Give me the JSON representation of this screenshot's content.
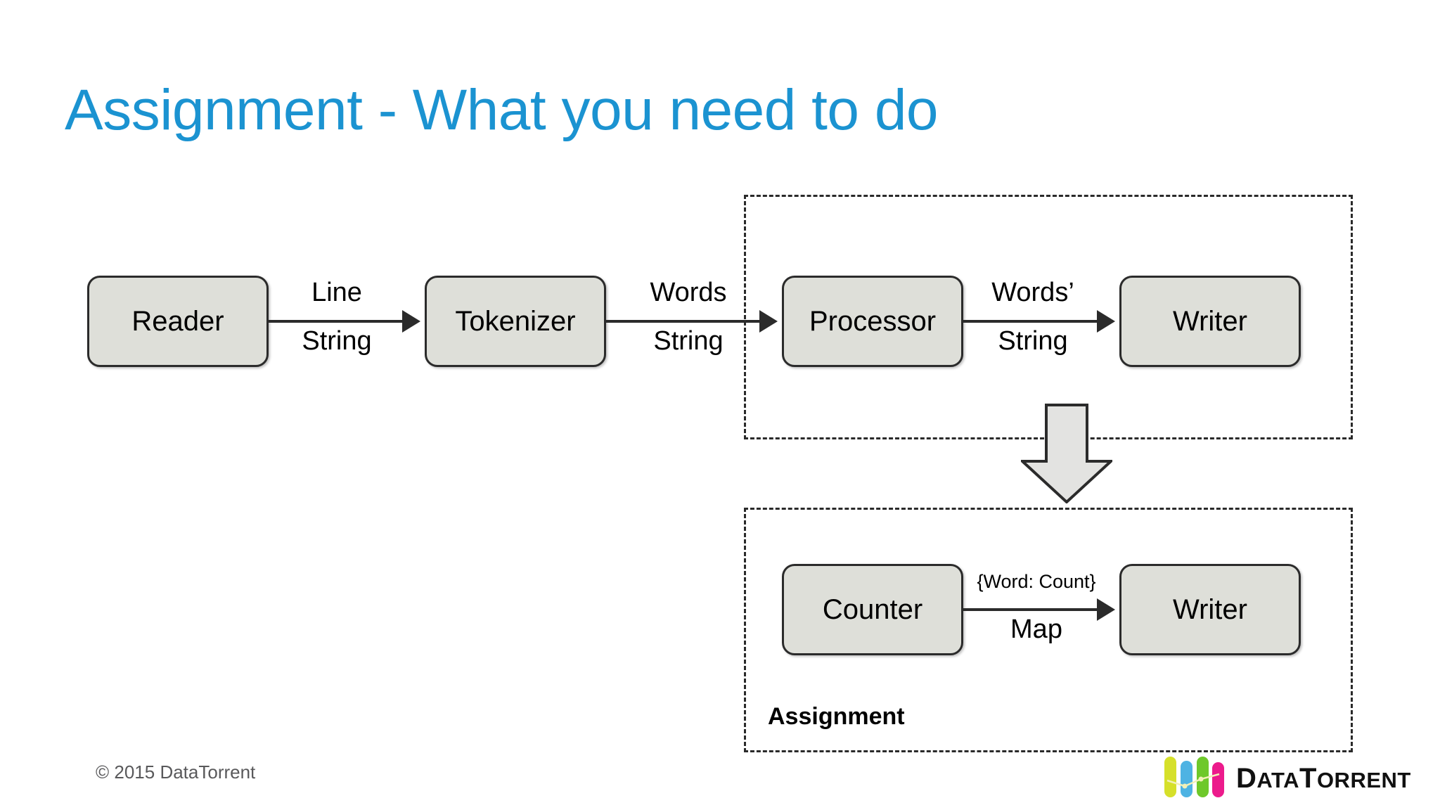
{
  "slide": {
    "title": "Assignment - What you need to do",
    "title_color": "#1b93d1",
    "background_color": "#ffffff"
  },
  "diagram": {
    "operators": [
      {
        "id": "reader",
        "label": "Reader"
      },
      {
        "id": "tokenizer",
        "label": "Tokenizer"
      },
      {
        "id": "processor",
        "label": "Processor"
      },
      {
        "id": "writer-1",
        "label": "Writer"
      },
      {
        "id": "counter",
        "label": "Counter"
      },
      {
        "id": "writer-2",
        "label": "Writer"
      }
    ],
    "edges": [
      {
        "id": "reader-to-tokenizer",
        "top_label": "Line",
        "bottom_label": "String"
      },
      {
        "id": "tokenizer-to-processor",
        "top_label": "Words",
        "bottom_label": "String"
      },
      {
        "id": "processor-to-writer",
        "top_label": "Words’",
        "bottom_label": "String"
      },
      {
        "id": "counter-to-writer",
        "top_label": "{Word: Count}",
        "bottom_label": "Map"
      }
    ],
    "group_label": "Assignment",
    "box_fill_color": "#dedfd9",
    "box_border_color": "#2b2b2b",
    "dashed_border_color": "#2a2a2a"
  },
  "footer": {
    "copyright": "© 2015 DataTorrent",
    "copyright_color": "#59595b"
  },
  "logo": {
    "wordmark_lead": "D",
    "wordmark_rest_1": "ATA",
    "wordmark_cap_2": "T",
    "wordmark_rest_2": "ORRENT",
    "bars": [
      {
        "color": "#d6e02a"
      },
      {
        "color": "#4eb3e3"
      },
      {
        "color": "#6ec82a"
      },
      {
        "color": "#ec1b8c"
      }
    ]
  }
}
